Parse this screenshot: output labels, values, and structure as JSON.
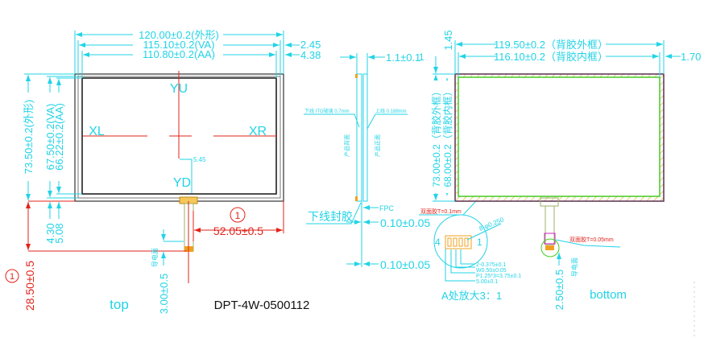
{
  "title": "DPT-4W-0500112",
  "colors": {
    "dim": "#22d3e6",
    "center": "#e2231a",
    "tape": "#f0a020",
    "green": "#44cc22",
    "outline": "#333333",
    "magenta": "#d020c0"
  },
  "top_view": {
    "label": "top",
    "dims": {
      "outline_w": "120.00±0.2(外形)",
      "va_w": "115.10±0.2(VA)",
      "aa_w": "110.80±0.2(AA)",
      "right_va": "2.45",
      "right_aa": "4.38",
      "outline_h": "73.50±0.2(外形)",
      "va_h": "67.50±0.2(VA)",
      "aa_h": "66.22±0.2(AA)",
      "bottom_va": "4.30",
      "bottom_aa": "5.08",
      "fpc_offset": "52.05±0.5",
      "fpc_length": "28.50±0.5",
      "tail": "3.00±0.5",
      "tail_face": "导电面",
      "pin_gap": "5.45"
    },
    "electrodes": {
      "up": "YU",
      "down": "YD",
      "left": "XL",
      "right": "XR"
    },
    "marker": "1"
  },
  "side_view": {
    "thickness": "1.1±0.1",
    "bottom_glass": "下线 ITO玻璃 0.7mm",
    "top_film": "上线 0.188mm",
    "back_face": "产品背面",
    "front_face": "产品正面",
    "fpc": "FPC",
    "seal": "下线封胶",
    "gap1": "0.10±0.05",
    "gap2": "0.10±0.05"
  },
  "bottom_view": {
    "label": "bottom",
    "dims": {
      "outer_w": "119.50±0.2（背胶外框）",
      "inner_w": "116.10±0.2（背胶内框）",
      "left": "1.45",
      "right": "1.70",
      "top": "1",
      "outer_h": "73.00±0.2（背胶外框）",
      "inner_h": "68.00±0.2（背胶内框）",
      "tail": "2.50±0.5",
      "tail_face": "导电面"
    },
    "tape_main": "双面胶T=0.1mm",
    "tape_tail": "双面胶T=0.05mm"
  },
  "detail": {
    "title": "A处放大3：1",
    "pin_left": "4",
    "pin_right": "1",
    "holes": "8-φ0.250",
    "notes": [
      "2-0.375±0.1",
      "W0.50±0.05",
      "P1.25*3=3.75±0.1",
      "5.00±0.1"
    ]
  }
}
